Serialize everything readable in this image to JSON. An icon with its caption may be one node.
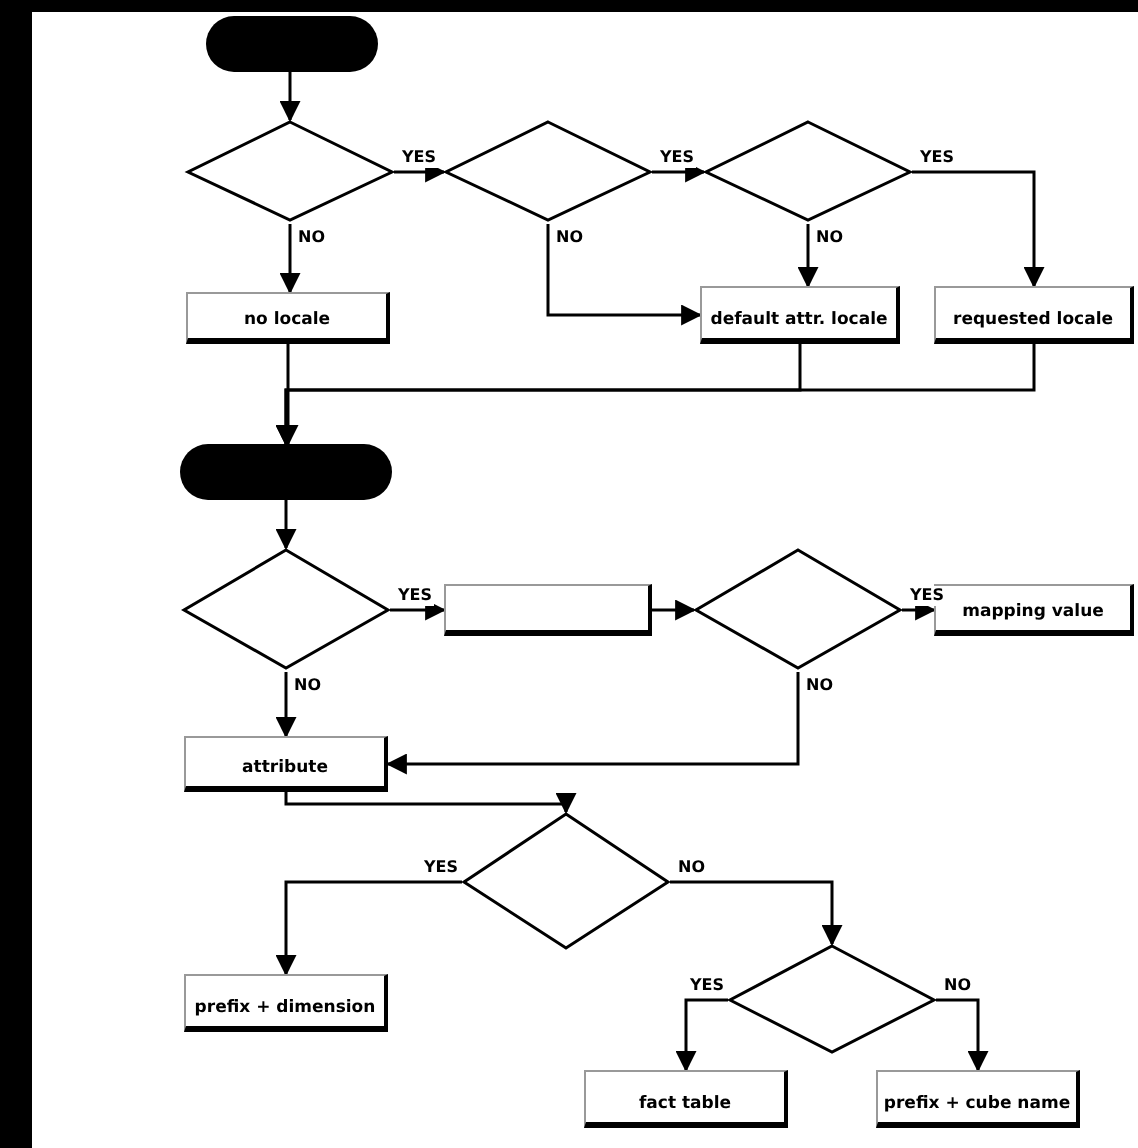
{
  "diagram": {
    "nodes": [
      {
        "text": [],
        "shape": "pill"
      },
      {
        "text": [],
        "shape": "diamond"
      },
      {
        "text": [],
        "shape": "diamond"
      },
      {
        "text": [],
        "shape": "diamond"
      },
      {
        "text": [
          "no locale"
        ]
      },
      {
        "text": [
          "default attr. locale"
        ]
      },
      {
        "text": [
          "requested locale"
        ]
      },
      {
        "text": [],
        "shape": "pill"
      },
      {
        "text": [],
        "shape": "diamond"
      },
      {
        "text": [],
        "shape": "box"
      },
      {
        "text": [],
        "shape": "diamond"
      },
      {
        "text": [
          "mapping value"
        ]
      },
      {
        "text": [
          "attribute"
        ]
      },
      {
        "text": [],
        "shape": "diamond"
      },
      {
        "text": [
          "prefix + dimension"
        ]
      },
      {
        "text": [],
        "shape": "diamond"
      },
      {
        "text": [
          "fact table"
        ]
      },
      {
        "text": [
          "prefix + cube name"
        ]
      }
    ],
    "edges": [
      {
        "from": 0,
        "to": 1,
        "arrow": "to"
      },
      {
        "from": 1,
        "to": 2,
        "arrow": "to",
        "label": "YES"
      },
      {
        "from": 2,
        "to": 3,
        "arrow": "to",
        "label": "YES"
      },
      {
        "from": 3,
        "to": 6,
        "arrow": "to",
        "label": "YES"
      },
      {
        "from": 1,
        "to": 4,
        "arrow": "to",
        "label": "NO"
      },
      {
        "from": 2,
        "to": 5,
        "arrow": "to",
        "label": "NO"
      },
      {
        "from": 3,
        "to": 5,
        "arrow": "to",
        "label": "NO"
      },
      {
        "from": 4,
        "to": 7,
        "arrow": "to"
      },
      {
        "from": 5,
        "to": 7,
        "arrow": "to"
      },
      {
        "from": 6,
        "to": 7,
        "arrow": "to"
      },
      {
        "from": 7,
        "to": 8,
        "arrow": "to"
      },
      {
        "from": 8,
        "to": 9,
        "arrow": "to",
        "label": "YES"
      },
      {
        "from": 9,
        "to": 10,
        "arrow": "to"
      },
      {
        "from": 10,
        "to": 11,
        "arrow": "to",
        "label": "YES"
      },
      {
        "from": 8,
        "to": 12,
        "arrow": "to",
        "label": "NO"
      },
      {
        "from": 10,
        "to": 12,
        "arrow": "to",
        "label": "NO"
      },
      {
        "from": 12,
        "to": 13,
        "arrow": "to"
      },
      {
        "from": 13,
        "to": 14,
        "arrow": "to",
        "label": "YES"
      },
      {
        "from": 13,
        "to": 15,
        "arrow": "to",
        "label": "NO"
      },
      {
        "from": 15,
        "to": 16,
        "arrow": "to",
        "label": "YES"
      },
      {
        "from": 15,
        "to": 17,
        "arrow": "to",
        "label": "NO"
      }
    ]
  }
}
